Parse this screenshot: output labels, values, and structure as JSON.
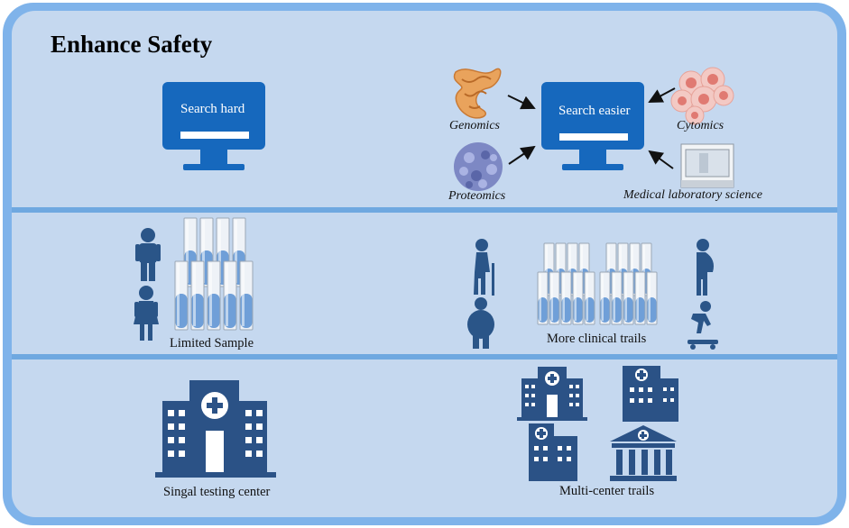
{
  "title": "Enhance Safety",
  "row1": {
    "left_monitor_label": "Search hard",
    "right_monitor_label": "Search easier",
    "omics": {
      "genomics": "Genomics",
      "proteomics": "Proteomics",
      "cytomics": "Cytomics",
      "lab_science": "Medical laboratory science"
    }
  },
  "row2": {
    "left_caption": "Limited Sample",
    "right_caption": "More clinical trails"
  },
  "row3": {
    "left_caption": "Singal testing center",
    "right_caption": "Multi-center trails"
  },
  "colors": {
    "frame_border": "#7fb3ea",
    "panel_bg": "#c5d8ef",
    "divider": "#6fa8e0",
    "monitor_blue": "#1668bd",
    "figure_blue": "#2a5588",
    "building_blue": "#2b5286",
    "tube_liquid": "#6f9fd8"
  },
  "icons": [
    "monitor-icon",
    "protein-structure-icon",
    "virus-particle-icon",
    "cell-cluster-icon",
    "lab-analyzer-icon",
    "male-person-icon",
    "female-person-icon",
    "test-tubes-icon",
    "elderly-person-icon",
    "obese-person-icon",
    "pregnant-woman-icon",
    "skateboarder-icon",
    "hospital-building-icon",
    "bank-building-icon"
  ]
}
